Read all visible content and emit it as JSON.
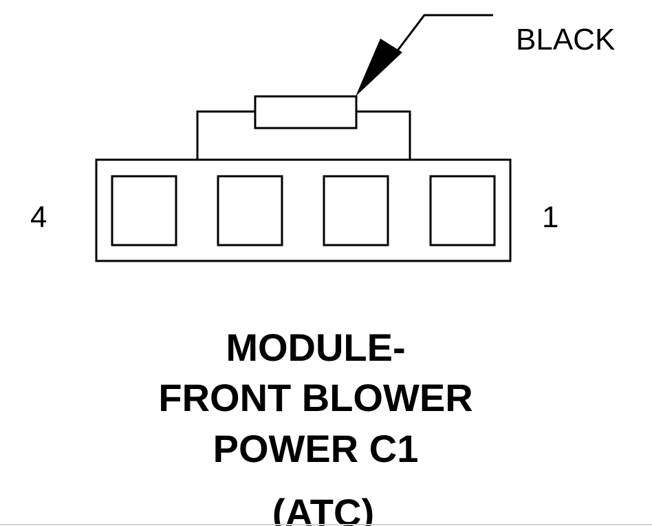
{
  "connector": {
    "color_label": "BLACK",
    "pin_left_label": "4",
    "pin_right_label": "1",
    "cavity_count": 4
  },
  "title": {
    "line1": "MODULE-",
    "line2": "FRONT BLOWER",
    "line3": "POWER C1",
    "line4": "(ATC)"
  },
  "colors": {
    "stroke": "#000000",
    "background": "#ffffff"
  }
}
